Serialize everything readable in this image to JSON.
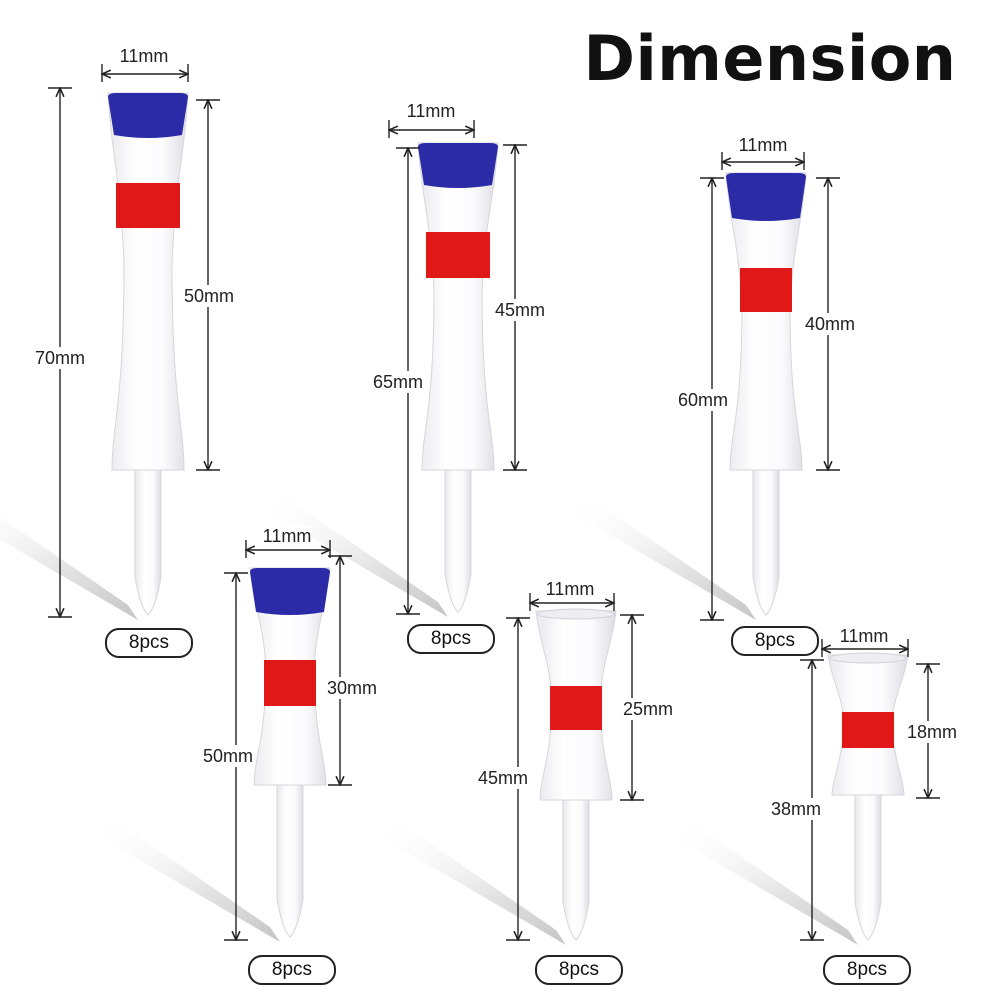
{
  "title": "Dimension",
  "colors": {
    "cap_blue": "#2b2ba8",
    "band_red": "#e01818",
    "body_white": "#ffffff",
    "shadow": "#bdbdbd",
    "line": "#222222"
  },
  "tees": [
    {
      "width_label": "11mm",
      "total_label": "70mm",
      "head_label": "50mm",
      "count_label": "8pcs",
      "has_cap": true
    },
    {
      "width_label": "11mm",
      "total_label": "65mm",
      "head_label": "45mm",
      "count_label": "8pcs",
      "has_cap": true
    },
    {
      "width_label": "11mm",
      "total_label": "60mm",
      "head_label": "40mm",
      "count_label": "8pcs",
      "has_cap": true
    },
    {
      "width_label": "11mm",
      "total_label": "50mm",
      "head_label": "30mm",
      "count_label": "8pcs",
      "has_cap": true
    },
    {
      "width_label": "11mm",
      "total_label": "45mm",
      "head_label": "25mm",
      "count_label": "8pcs",
      "has_cap": false
    },
    {
      "width_label": "11mm",
      "total_label": "38mm",
      "head_label": "18mm",
      "count_label": "8pcs",
      "has_cap": false
    }
  ]
}
